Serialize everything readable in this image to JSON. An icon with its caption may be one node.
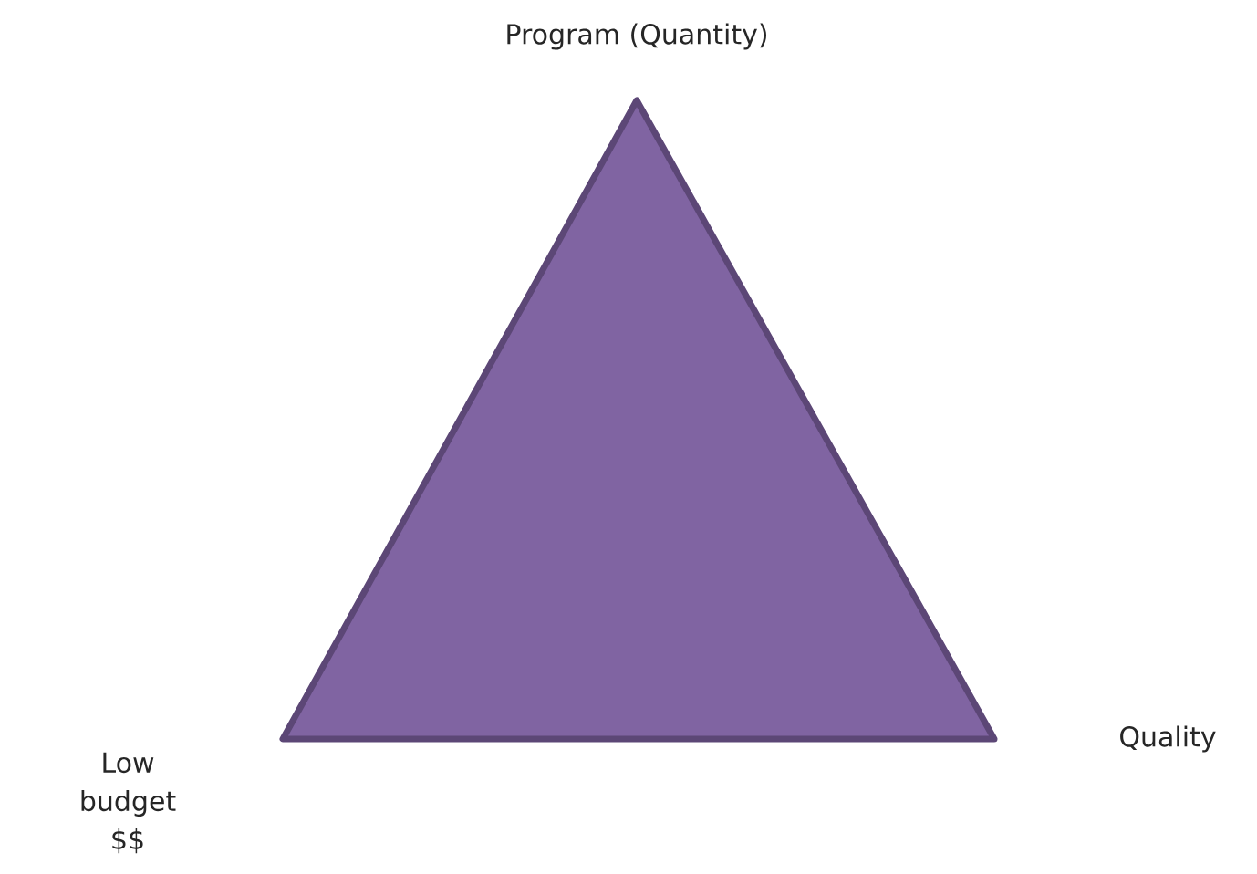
{
  "diagram": {
    "labels": [
      "Program (Quantity)",
      "Low budget $$",
      "Quality"
    ]
  }
}
